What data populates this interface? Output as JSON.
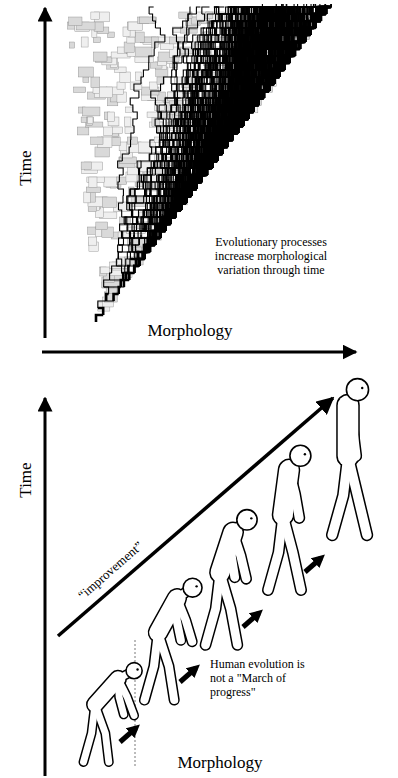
{
  "diagram": {
    "labels": [
      "Time",
      "Evolutionary processes increase morphological variation through time",
      "Morphology",
      "Time",
      "“improvement”",
      "Human evolution is not a \"March of progress\"",
      "Morphology"
    ]
  }
}
